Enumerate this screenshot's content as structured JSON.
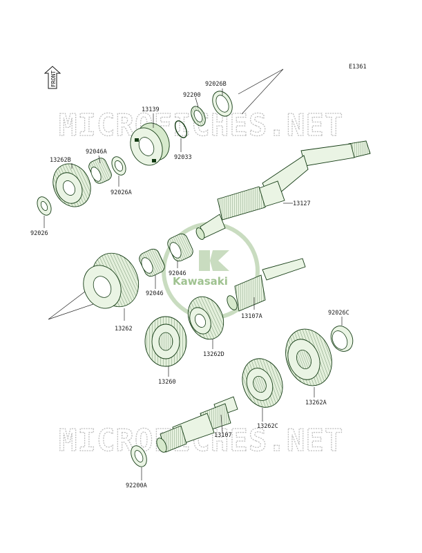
{
  "diagram": {
    "code": "E1361",
    "front_label": "FRONT",
    "watermark": "MICROFICHES.NET",
    "logo_text": "Kawasaki",
    "labels": {
      "p92026B": "92026B",
      "p92200": "92200",
      "p13139": "13139",
      "p92033": "92033",
      "p92046A": "92046A",
      "p13262B": "13262B",
      "p92026A": "92026A",
      "p92026": "92026",
      "p13127": "13127",
      "p92046_upper": "92046",
      "p92046_lower": "92046",
      "p13262": "13262",
      "p13107A": "13107A",
      "p13262D": "13262D",
      "p92026C": "92026C",
      "p13260": "13260",
      "p13262A": "13262A",
      "p13262C": "13262C",
      "p13107": "13107",
      "p92200A": "92200A"
    }
  }
}
